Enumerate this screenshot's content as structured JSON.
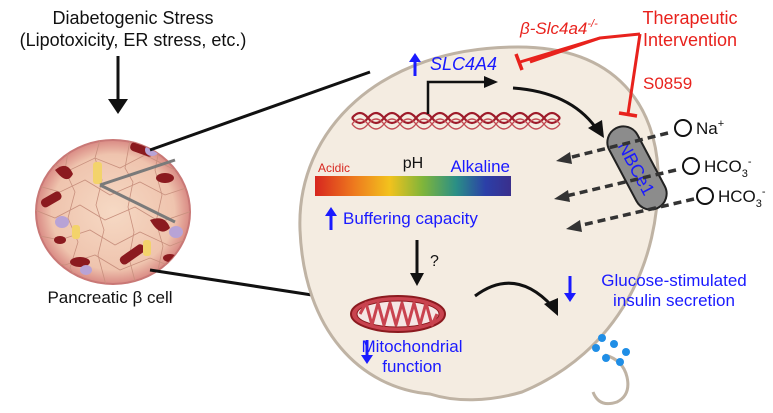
{
  "stress": {
    "title": "Diabetogenic Stress",
    "subtitle": "(Lipotoxicity, ER stress, etc.)"
  },
  "islet": {
    "label": "Pancreatic β cell"
  },
  "gene": {
    "name": "SLC4A4",
    "trend": "up"
  },
  "transporter": {
    "name": "NBCe1",
    "ions": [
      {
        "base": "Na",
        "sup": "+",
        "sub": ""
      },
      {
        "base": "HCO",
        "sup": "-",
        "sub": "3"
      },
      {
        "base": "HCO",
        "sup": "-",
        "sub": "3"
      }
    ]
  },
  "ph": {
    "label": "pH",
    "acidic": "Acidic",
    "alkaline": "Alkaline"
  },
  "buffering": {
    "label": "Buffering capacity",
    "trend": "up"
  },
  "unknown_link": {
    "label": "?"
  },
  "mitochondria": {
    "line1": "Mitochondrial",
    "line2": "function",
    "trend": "down"
  },
  "gsis": {
    "line1": "Glucose-stimulated",
    "line2": "insulin secretion",
    "trend": "down"
  },
  "therapy": {
    "line1": "Therapeutic",
    "line2": "Intervention",
    "knockout_base": "β-Slc4a4",
    "knockout_sup": "-/-",
    "drug": "S0859"
  },
  "colors": {
    "therapy_red": "#e8221d",
    "text_blue": "#1a1aff",
    "dna_red": "#9e1b2a",
    "cell_fill": "#f4ece1",
    "transporter_fill": "#8c8c8c",
    "mito_fill": "#c9434f"
  },
  "icons": [
    "dna-helix-icon",
    "mitochondrion-icon",
    "insulin-granule-icon",
    "islet-icon"
  ]
}
